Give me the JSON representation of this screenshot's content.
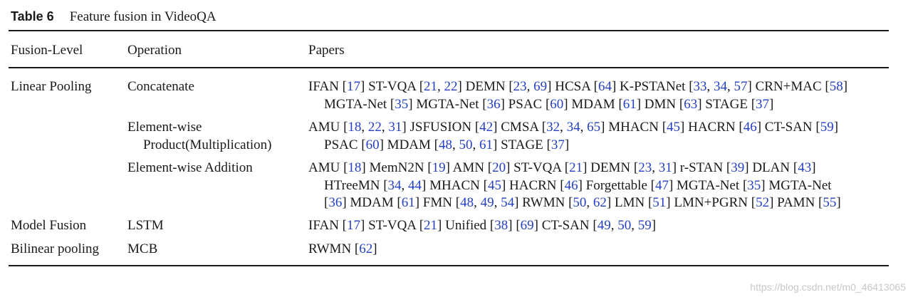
{
  "caption": {
    "label": "Table 6",
    "title": "Feature fusion in VideoQA"
  },
  "headers": {
    "fusion_level": "Fusion-Level",
    "operation": "Operation",
    "papers": "Papers"
  },
  "rows": [
    {
      "fusion_level": "Linear Pooling",
      "operation": [
        "Concatenate"
      ],
      "papers": [
        [
          "IFAN [",
          {
            "r": "17"
          },
          "] ST-VQA [",
          {
            "r": "21"
          },
          ", ",
          {
            "r": "22"
          },
          "] DEMN [",
          {
            "r": "23"
          },
          ", ",
          {
            "r": "69"
          },
          "] HCSA [",
          {
            "r": "64"
          },
          "] K-PSTANet [",
          {
            "r": "33"
          },
          ", ",
          {
            "r": "34"
          },
          ", ",
          {
            "r": "57"
          },
          "] CRN+MAC [",
          {
            "r": "58"
          },
          "]"
        ],
        [
          "MGTA-Net [",
          {
            "r": "35"
          },
          "] MGTA-Net [",
          {
            "r": "36"
          },
          "] PSAC [",
          {
            "r": "60"
          },
          "] MDAM [",
          {
            "r": "61"
          },
          "] DMN [",
          {
            "r": "63"
          },
          "] STAGE [",
          {
            "r": "37"
          },
          "]"
        ]
      ]
    },
    {
      "fusion_level": "",
      "operation": [
        "Element-wise",
        "Product(Multiplication)"
      ],
      "papers": [
        [
          "AMU [",
          {
            "r": "18"
          },
          ", ",
          {
            "r": "22"
          },
          ", ",
          {
            "r": "31"
          },
          "] JSFUSION [",
          {
            "r": "42"
          },
          "] CMSA [",
          {
            "r": "32"
          },
          ", ",
          {
            "r": "34"
          },
          ", ",
          {
            "r": "65"
          },
          "] MHACN [",
          {
            "r": "45"
          },
          "] HACRN [",
          {
            "r": "46"
          },
          "] CT-SAN [",
          {
            "r": "59"
          },
          "]"
        ],
        [
          "PSAC [",
          {
            "r": "60"
          },
          "] MDAM [",
          {
            "r": "48"
          },
          ", ",
          {
            "r": "50"
          },
          ", ",
          {
            "r": "61"
          },
          "] STAGE [",
          {
            "r": "37"
          },
          "]"
        ]
      ]
    },
    {
      "fusion_level": "",
      "operation": [
        "Element-wise Addition"
      ],
      "papers": [
        [
          "AMU [",
          {
            "r": "18"
          },
          "] MemN2N [",
          {
            "r": "19"
          },
          "] AMN [",
          {
            "r": "20"
          },
          "] ST-VQA [",
          {
            "r": "21"
          },
          "] DEMN [",
          {
            "r": "23"
          },
          ", ",
          {
            "r": "31"
          },
          "] r-STAN [",
          {
            "r": "39"
          },
          "] DLAN [",
          {
            "r": "43"
          },
          "]"
        ],
        [
          "HTreeMN [",
          {
            "r": "34"
          },
          ", ",
          {
            "r": "44"
          },
          "] MHACN [",
          {
            "r": "45"
          },
          "] HACRN [",
          {
            "r": "46"
          },
          "] Forgettable [",
          {
            "r": "47"
          },
          "] MGTA-Net [",
          {
            "r": "35"
          },
          "] MGTA-Net"
        ],
        [
          "[",
          {
            "r": "36"
          },
          "] MDAM [",
          {
            "r": "61"
          },
          "] FMN [",
          {
            "r": "48"
          },
          ", ",
          {
            "r": "49"
          },
          ", ",
          {
            "r": "54"
          },
          "] RWMN [",
          {
            "r": "50"
          },
          ", ",
          {
            "r": "62"
          },
          "] LMN [",
          {
            "r": "51"
          },
          "] LMN+PGRN [",
          {
            "r": "52"
          },
          "] PAMN [",
          {
            "r": "55"
          },
          "]"
        ]
      ]
    },
    {
      "fusion_level": "Model Fusion",
      "operation": [
        "LSTM"
      ],
      "papers": [
        [
          "IFAN [",
          {
            "r": "17"
          },
          "] ST-VQA [",
          {
            "r": "21"
          },
          "] Unified [",
          {
            "r": "38"
          },
          "] [",
          {
            "r": "69"
          },
          "] CT-SAN [",
          {
            "r": "49"
          },
          ", ",
          {
            "r": "50"
          },
          ", ",
          {
            "r": "59"
          },
          "]"
        ]
      ]
    },
    {
      "fusion_level": "Bilinear pooling",
      "operation": [
        "MCB"
      ],
      "papers": [
        [
          "RWMN [",
          {
            "r": "62"
          },
          "]"
        ]
      ]
    }
  ],
  "watermark": "https://blog.csdn.net/m0_46413065",
  "colors": {
    "reference_link": "#2540c4",
    "text": "#1a1a1a",
    "rule": "#1a1a1a",
    "watermark": "#c8c8c8"
  }
}
